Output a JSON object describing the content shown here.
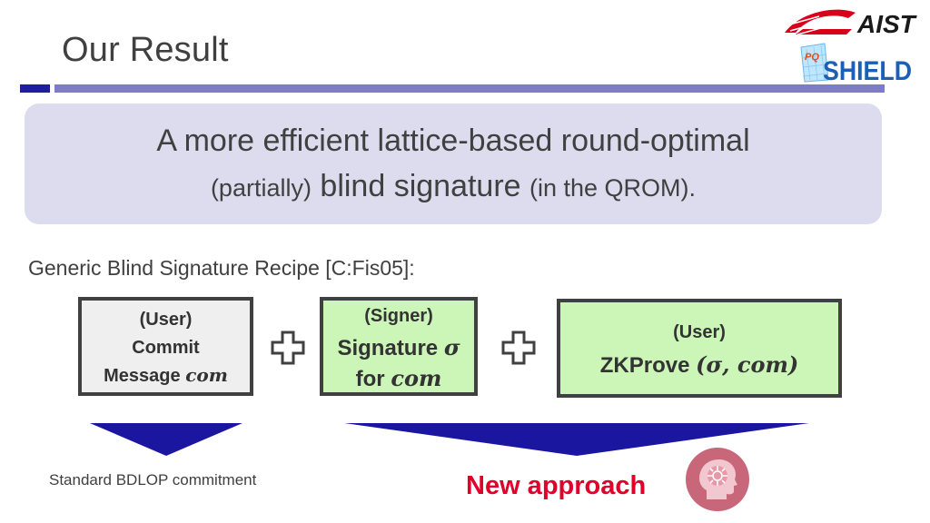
{
  "slide": {
    "title": "Our Result"
  },
  "logos": {
    "aist": "AIST",
    "pq": "PQ",
    "shield": "SHIELD"
  },
  "banner": {
    "line1": "A more efficient lattice-based round-optimal",
    "line2_prefix": "(partially)",
    "line2_main": " blind signature ",
    "line2_suffix": "(in the QROM)."
  },
  "recipe": {
    "label": "Generic Blind Signature Recipe [C:Fis05]:",
    "box1": {
      "role": "(User)",
      "line2": "Commit",
      "line3_text": "Message ",
      "line3_math": "com"
    },
    "box2": {
      "role": "(Signer)",
      "line2_text": "Signature ",
      "line2_math": "σ",
      "line3_text": "for ",
      "line3_math": "com"
    },
    "box3": {
      "role": "(User)",
      "line2_text": "ZKProve ",
      "line2_math": "(σ, com)"
    }
  },
  "captions": {
    "left": "Standard BDLOP commitment",
    "right": "New approach"
  },
  "colors": {
    "title_bar_dark": "#1f1f9e",
    "title_bar_light": "#7d7cc8",
    "banner_bg": "#dcdcee",
    "box_green": "#ccf5b8",
    "box_gray": "#efefef",
    "arrow_blue": "#1a16a0",
    "highlight_red": "#e0002a"
  },
  "icons": [
    "plus-icon",
    "plus-icon",
    "down-arrow",
    "down-arrow",
    "head-brain-icon"
  ]
}
